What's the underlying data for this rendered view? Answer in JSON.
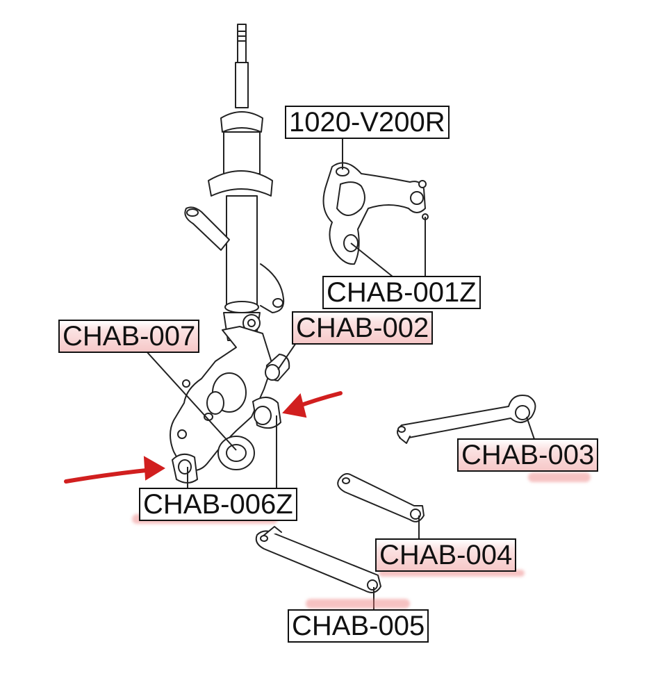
{
  "labels": {
    "v200r": "1020-V200R",
    "chab_001z": "CHAB-001Z",
    "chab_002": "CHAB-002",
    "chab_003": "CHAB-003",
    "chab_004": "CHAB-004",
    "chab_005": "CHAB-005",
    "chab_006z": "CHAB-006Z",
    "chab_007": "CHAB-007"
  },
  "colors": {
    "line": "#222222",
    "highlight": "#f6c8c8",
    "arrow": "#d11f1f"
  },
  "icons": [
    "shock-absorber",
    "upper-arm",
    "knuckle",
    "rod",
    "bushing",
    "red-arrow"
  ]
}
